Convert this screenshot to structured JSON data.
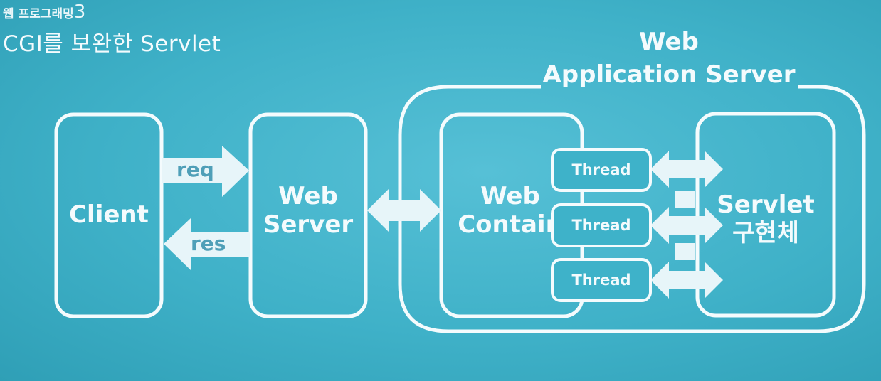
{
  "header": {
    "course_prefix": "웹 프로그래밍",
    "course_number": "3",
    "title": "CGI를 보완한 Servlet"
  },
  "diagram": {
    "was_label": [
      "Web",
      "Application Server"
    ],
    "client_label": "Client",
    "web_server_label": [
      "Web",
      "Server"
    ],
    "web_container_label": [
      "Web",
      "Contain"
    ],
    "servlet_label": [
      "Servlet",
      "구현체"
    ],
    "req_label": "req",
    "res_label": "res",
    "threads": [
      "Thread",
      "Thread",
      "Thread"
    ]
  }
}
